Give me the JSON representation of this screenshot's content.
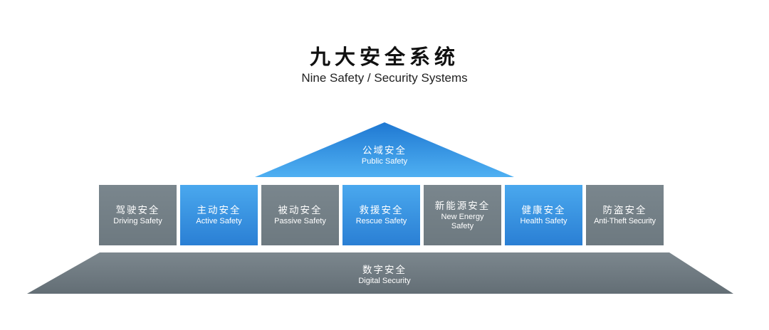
{
  "title": {
    "zh": "九大安全系统",
    "en": "Nine Safety / Security Systems"
  },
  "colors": {
    "gray": "#737f86",
    "blue": "#3a95e4"
  },
  "roof": {
    "zh": "公域安全",
    "en": "Public Safety"
  },
  "pillars": [
    {
      "zh": "驾驶安全",
      "en": "Driving Safety",
      "color": "gray"
    },
    {
      "zh": "主动安全",
      "en": "Active Safety",
      "color": "blue"
    },
    {
      "zh": "被动安全",
      "en": "Passive Safety",
      "color": "gray"
    },
    {
      "zh": "救援安全",
      "en": "Rescue Safety",
      "color": "blue"
    },
    {
      "zh": "新能源安全",
      "en": "New Energy Safety",
      "color": "gray"
    },
    {
      "zh": "健康安全",
      "en": "Health Safety",
      "color": "blue"
    },
    {
      "zh": "防盗安全",
      "en": "Anti-Theft Security",
      "color": "gray"
    }
  ],
  "base": {
    "zh": "数字安全",
    "en": "Digital Security"
  }
}
